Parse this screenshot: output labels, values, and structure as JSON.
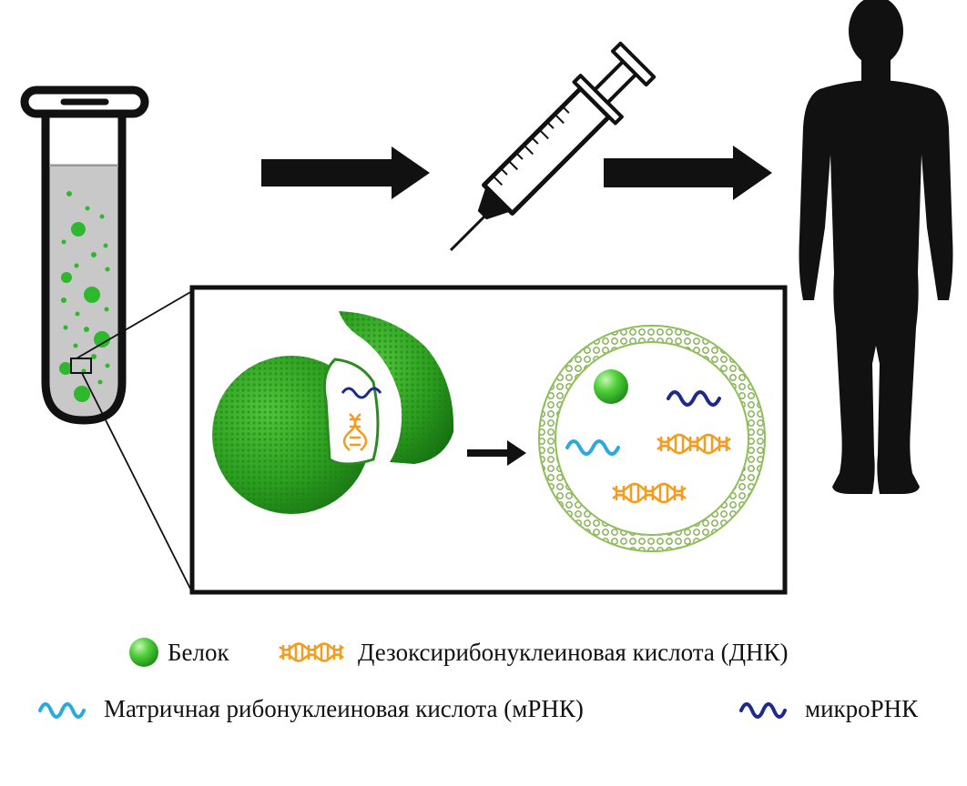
{
  "colors": {
    "protein": "#2eb82e",
    "protein_light": "#8fe08f",
    "vesicle": "#2f9e1f",
    "membrane": "#8fbf5a",
    "dna": "#f39c1f",
    "mrna": "#29a9e0",
    "microrna": "#1c2a8c",
    "liquid": "#c8c8c8",
    "silhouette": "#111111"
  },
  "legend": {
    "protein": "Белок",
    "dna": "Дезоксирибонуклеиновая кислота (ДНК)",
    "mrna": "Матричная рибонуклеиновая кислота (мРНК)",
    "microrna": "микроРНК"
  },
  "icons": [
    "test-tube-icon",
    "arrow-icon",
    "syringe-icon",
    "human-silhouette-icon",
    "vesicle-icon"
  ]
}
